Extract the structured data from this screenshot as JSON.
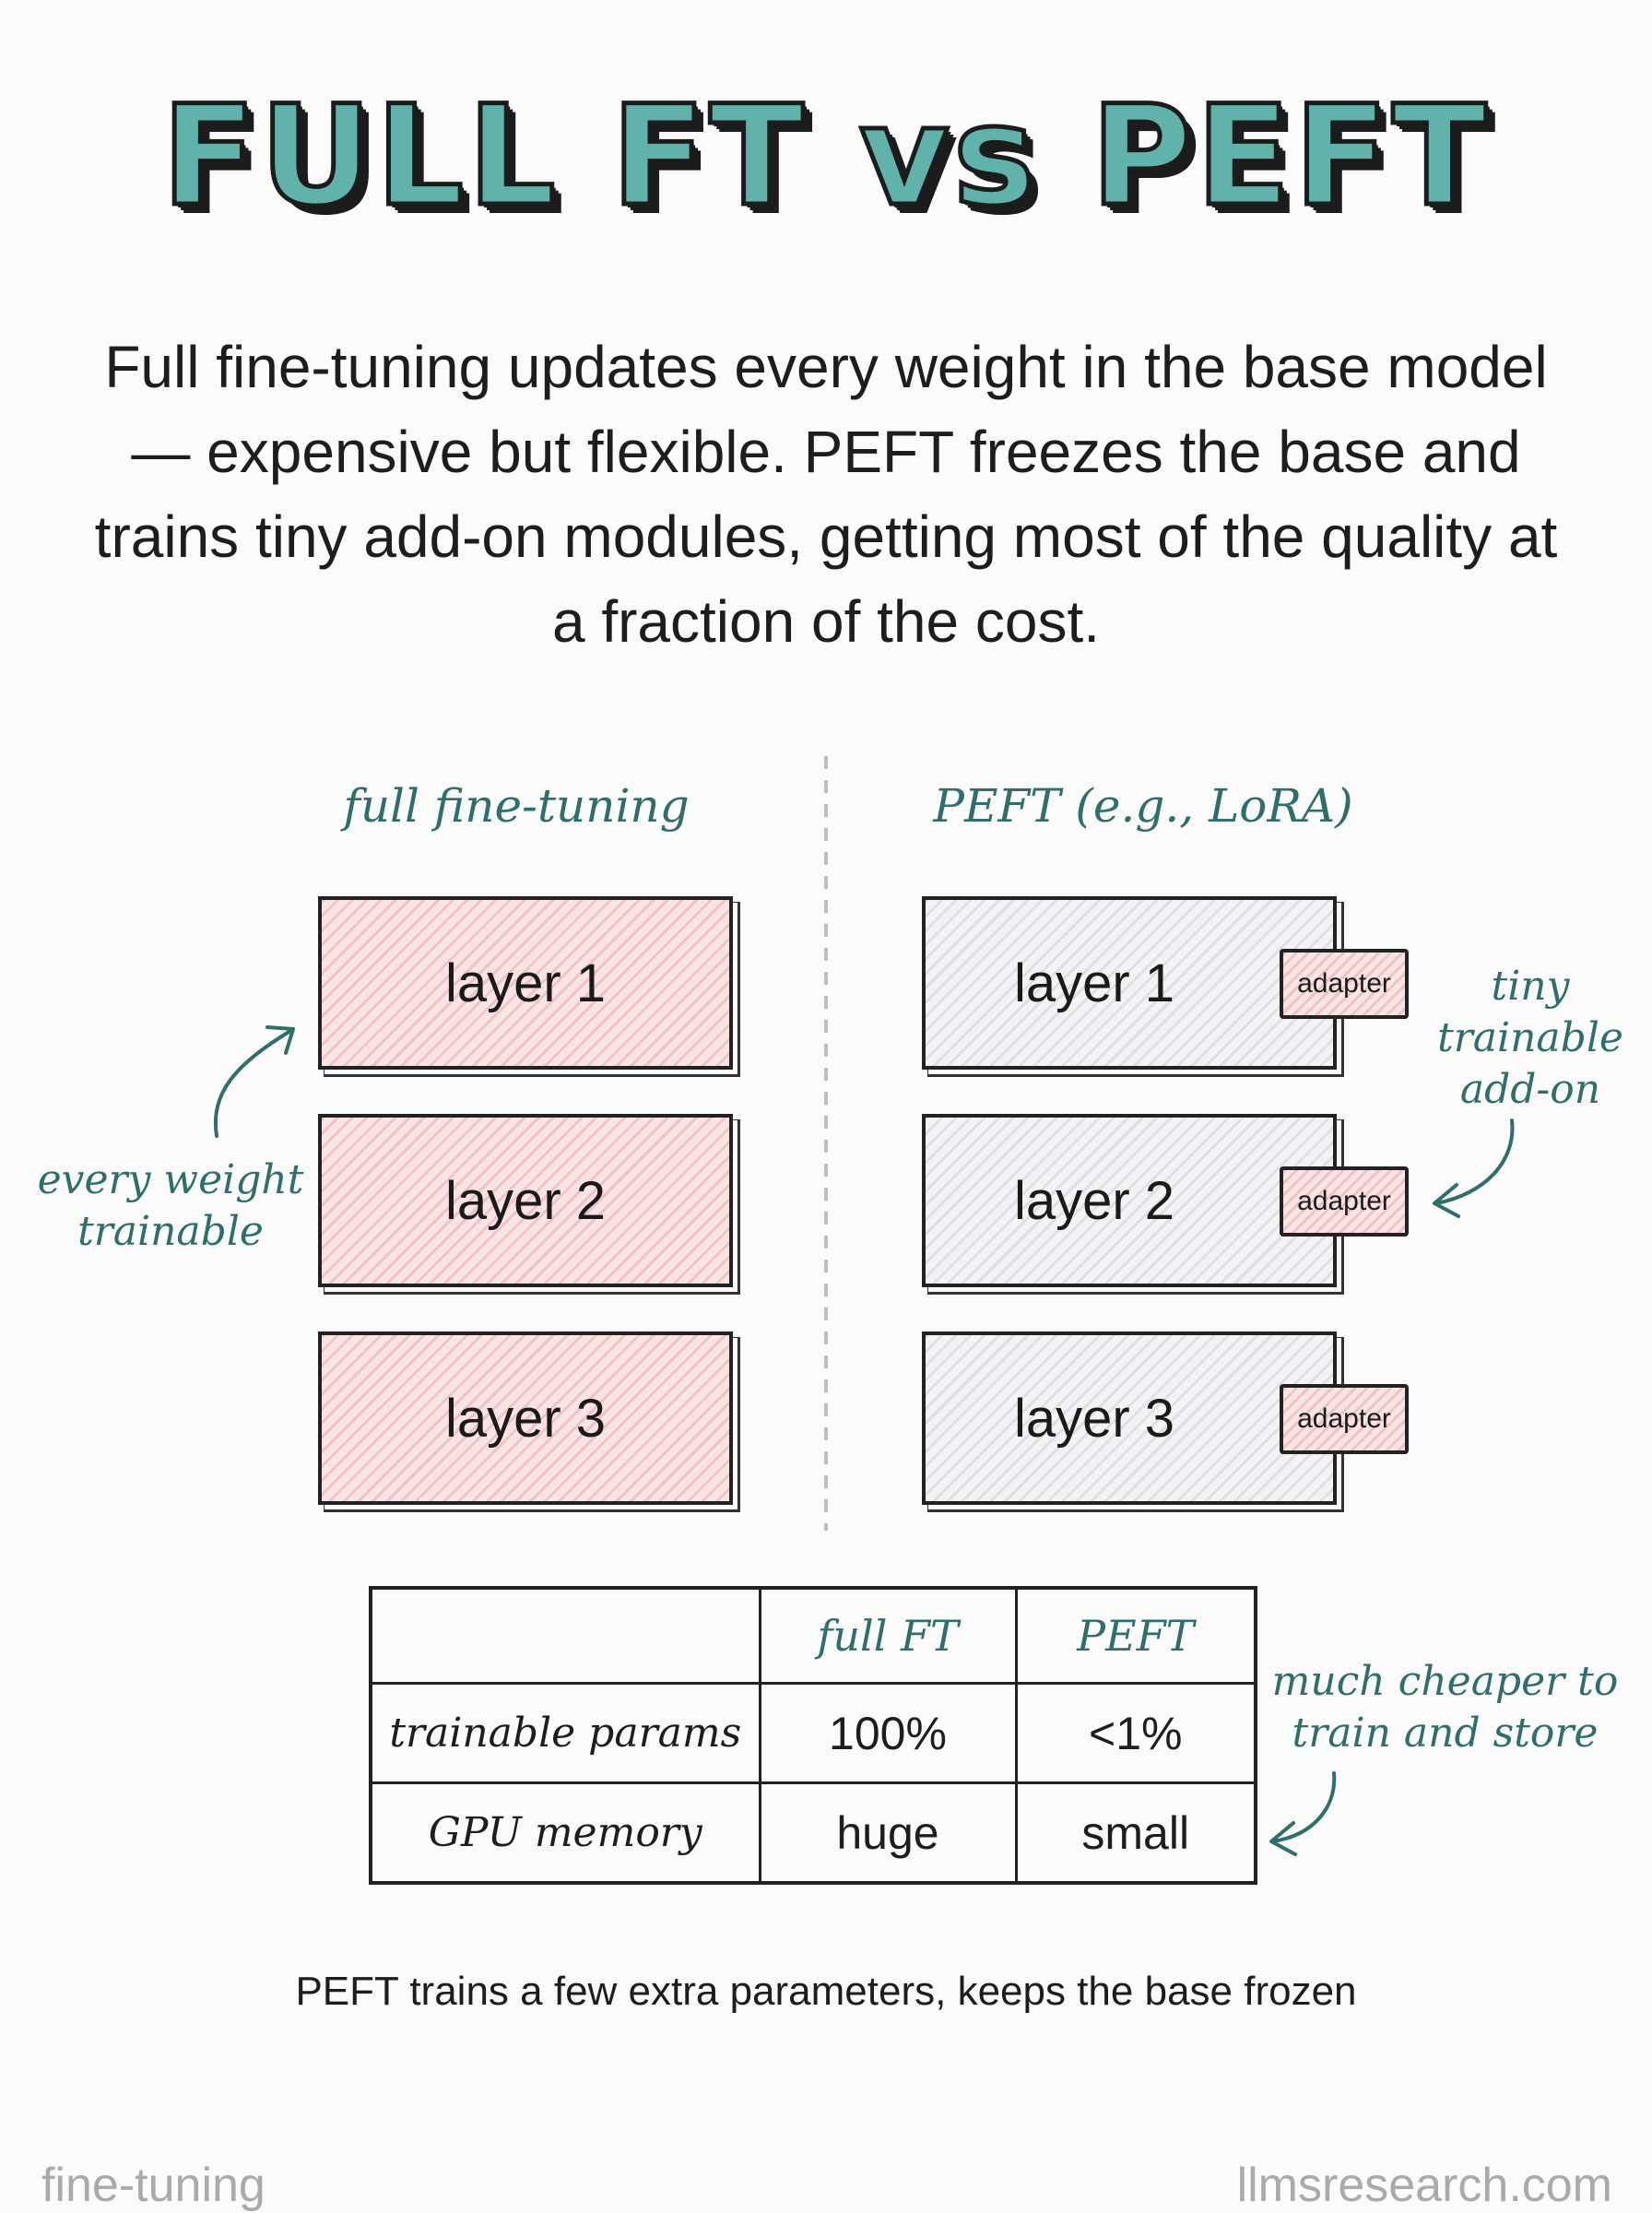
{
  "title": "FULL FT vs PEFT",
  "intro": "Full fine-tuning updates every weight in the base model — expensive but flexible. PEFT freezes the base and trains tiny add-on modules, getting most of the quality at a fraction of the cost.",
  "columns": {
    "full": {
      "heading": "full fine-tuning",
      "layers": [
        "layer 1",
        "layer 2",
        "layer 3"
      ],
      "note": [
        "every weight",
        "trainable"
      ]
    },
    "peft": {
      "heading": "PEFT (e.g., LoRA)",
      "layers": [
        "layer 1",
        "layer 2",
        "layer 3"
      ],
      "adapter_label": "adapter",
      "note": [
        "tiny",
        "trainable",
        "add-on"
      ]
    }
  },
  "table": {
    "headers": [
      "",
      "full FT",
      "PEFT"
    ],
    "rows": [
      [
        "trainable params",
        "100%",
        "<1%"
      ],
      [
        "GPU memory",
        "huge",
        "small"
      ]
    ],
    "note": [
      "much cheaper to",
      "train and store"
    ]
  },
  "caption": "PEFT trains a few extra parameters, keeps the base frozen",
  "footer": {
    "left": "fine-tuning",
    "right": "llmsresearch.com"
  },
  "colors": {
    "accent_teal": "#2d6f6b",
    "title_fill": "#5fb3aa",
    "trainable_fill": "#f8e4e4",
    "frozen_fill": "#f3f3f5"
  }
}
